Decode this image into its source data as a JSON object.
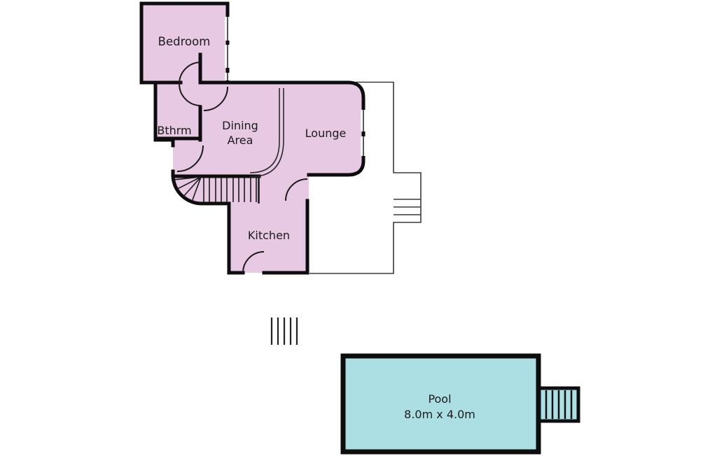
{
  "plan": {
    "type": "floorplan",
    "rooms": {
      "bedroom": {
        "label": "Bedroom"
      },
      "bathroom": {
        "label": "Bthrm"
      },
      "dining": {
        "label_line1": "Dining",
        "label_line2": "Area"
      },
      "lounge": {
        "label": "Lounge"
      },
      "kitchen": {
        "label": "Kitchen"
      }
    },
    "pool": {
      "label": "Pool",
      "dimensions": "8.0m x 4.0m"
    },
    "colors": {
      "room_fill": "#e7c9e3",
      "pool_fill": "#abdfe3",
      "wall": "#0d0d0d",
      "thin_line": "#3a3a3a"
    }
  }
}
